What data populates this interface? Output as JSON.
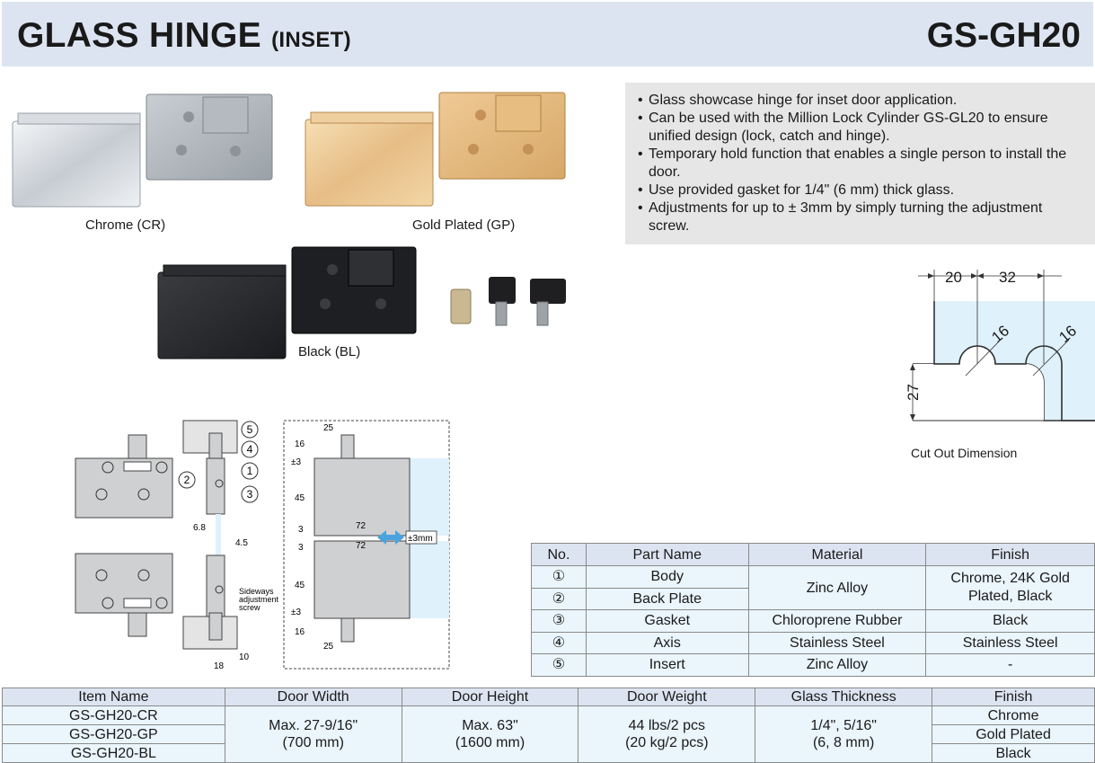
{
  "header": {
    "title": "GLASS HINGE",
    "title_suffix": "(INSET)",
    "model": "GS-GH20"
  },
  "features": [
    "Glass showcase hinge for inset door application.",
    "Can be used with the Million Lock Cylinder GS-GL20 to ensure unified design (lock, catch and hinge).",
    "Temporary hold function that enables a single person to install the door.",
    "Use provided gasket for 1/4\" (6 mm) thick glass.",
    "Adjustments for up to ± 3mm by simply turning the adjustment screw."
  ],
  "finishes_pictured": {
    "chrome": "Chrome (CR)",
    "gold": "Gold Plated (GP)",
    "black": "Black (BL)"
  },
  "cutout": {
    "caption": "Cut Out Dimension",
    "dim_a": "20",
    "dim_b": "32",
    "dim_height": "27",
    "dia_1": "16",
    "dia_2": "16"
  },
  "drawing": {
    "callouts": [
      "1",
      "2",
      "3",
      "4",
      "5"
    ],
    "dims_side": [
      "6.8",
      "4.5",
      "18",
      "10"
    ],
    "adjust_note": [
      "Sideways",
      "adjustment",
      "screw"
    ],
    "dims_front": [
      "25",
      "16",
      "±3",
      "45",
      "3",
      "72",
      "3",
      "72",
      "45",
      "±3",
      "16",
      "25"
    ],
    "travel": "±3mm"
  },
  "parts_table": {
    "headers": [
      "No.",
      "Part Name",
      "Material",
      "Finish"
    ],
    "rows": [
      {
        "no": "①",
        "name": "Body"
      },
      {
        "no": "②",
        "name": "Back Plate"
      },
      {
        "no": "③",
        "name": "Gasket",
        "material": "Chloroprene Rubber",
        "finish": "Black"
      },
      {
        "no": "④",
        "name": "Axis",
        "material": "Stainless Steel",
        "finish": "Stainless Steel"
      },
      {
        "no": "⑤",
        "name": "Insert",
        "material": "Zinc Alloy",
        "finish": "-"
      }
    ],
    "shared_material": "Zinc Alloy",
    "shared_finish_line1": "Chrome, 24K Gold",
    "shared_finish_line2": "Plated, Black"
  },
  "items_table": {
    "headers": [
      "Item Name",
      "Door Width",
      "Door Height",
      "Door Weight",
      "Glass Thickness",
      "Finish"
    ],
    "items": [
      "GS-GH20-CR",
      "GS-GH20-GP",
      "GS-GH20-BL"
    ],
    "door_width": [
      "Max. 27-9/16\"",
      "(700 mm)"
    ],
    "door_height": [
      "Max. 63\"",
      "(1600 mm)"
    ],
    "door_weight": [
      "44 lbs/2 pcs",
      "(20 kg/2 pcs)"
    ],
    "glass_thickness": [
      "1/4\", 5/16\"",
      "(6, 8 mm)"
    ],
    "finishes": [
      "Chrome",
      "Gold Plated",
      "Black"
    ]
  },
  "colors": {
    "header_bg": "#dde4f1",
    "feature_bg": "#e6e6e6",
    "table_cell_bg": "#eaf5fc",
    "glass_blue": "#dff1fb",
    "arrow_blue": "#4aa3df"
  }
}
